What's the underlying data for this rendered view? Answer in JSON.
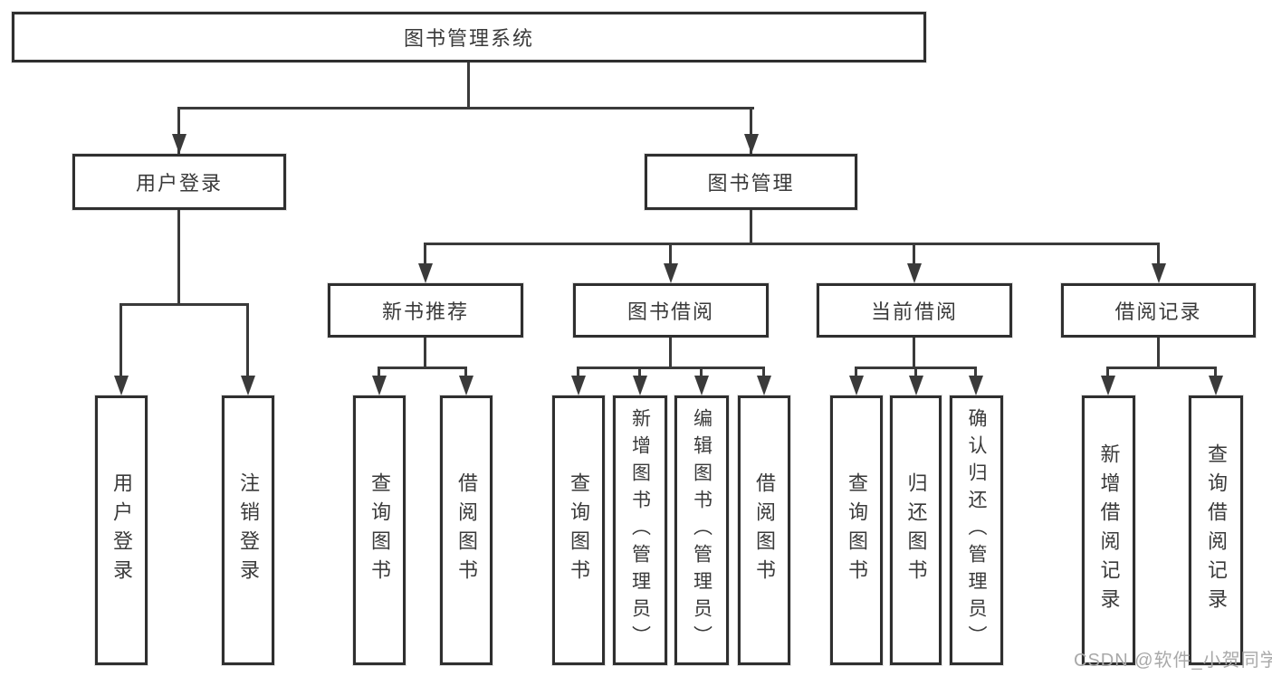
{
  "diagram": {
    "type": "hierarchy-tree",
    "tree": {
      "root": "图书管理系统",
      "user_login": {
        "label": "用户登录",
        "children": [
          "用户登录",
          "注销登录"
        ]
      },
      "book_management": {
        "label": "图书管理",
        "new_book_recommendation": {
          "label": "新书推荐",
          "children": [
            "查询图书",
            "借阅图书"
          ]
        },
        "book_borrowing": {
          "label": "图书借阅",
          "children": [
            "查询图书",
            "新增图书（管理员）",
            "编辑图书（管理员）",
            "借阅图书"
          ]
        },
        "current_borrowing": {
          "label": "当前借阅",
          "children": [
            "查询图书",
            "归还图书",
            "确认归还（管理员）"
          ]
        },
        "borrowing_records": {
          "label": "借阅记录",
          "children": [
            "新增借阅记录",
            "查询借阅记录"
          ]
        }
      }
    },
    "watermark": "CSDN @软件_小贺同学",
    "colors": {
      "line": "#3a3a3a",
      "box_border": "#2f2f2f",
      "text": "#3a3a3a",
      "watermark": "#a9a9a9",
      "background": "#ffffff"
    }
  }
}
